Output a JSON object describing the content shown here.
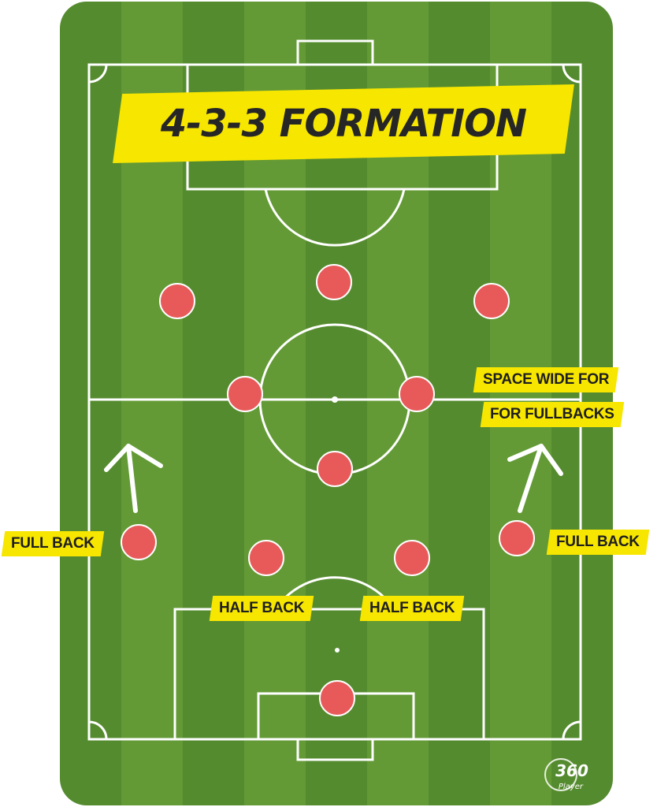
{
  "title": "4-3-3 FORMATION",
  "labels": {
    "space_wide_line1": "SPACE WIDE FOR",
    "space_wide_line2": "FOR FULLBACKS",
    "full_back_left": "FULL BACK",
    "full_back_right": "FULL BACK",
    "half_back_left": "HALF BACK",
    "half_back_right": "HALF BACK"
  },
  "logo": {
    "number": "360",
    "word": "Player"
  },
  "colors": {
    "grass_dark": "#558b2f",
    "grass_light": "#639a35",
    "lines": "#ffffff",
    "player": "#e85a5a",
    "label_bg": "#f7e600",
    "label_text": "#1e1e1e"
  },
  "players": [
    {
      "role": "left-forward"
    },
    {
      "role": "center-forward"
    },
    {
      "role": "right-forward"
    },
    {
      "role": "left-midfielder"
    },
    {
      "role": "right-midfielder"
    },
    {
      "role": "defensive-midfielder"
    },
    {
      "role": "left-full-back"
    },
    {
      "role": "left-half-back"
    },
    {
      "role": "right-half-back"
    },
    {
      "role": "right-full-back"
    },
    {
      "role": "goalkeeper"
    }
  ]
}
